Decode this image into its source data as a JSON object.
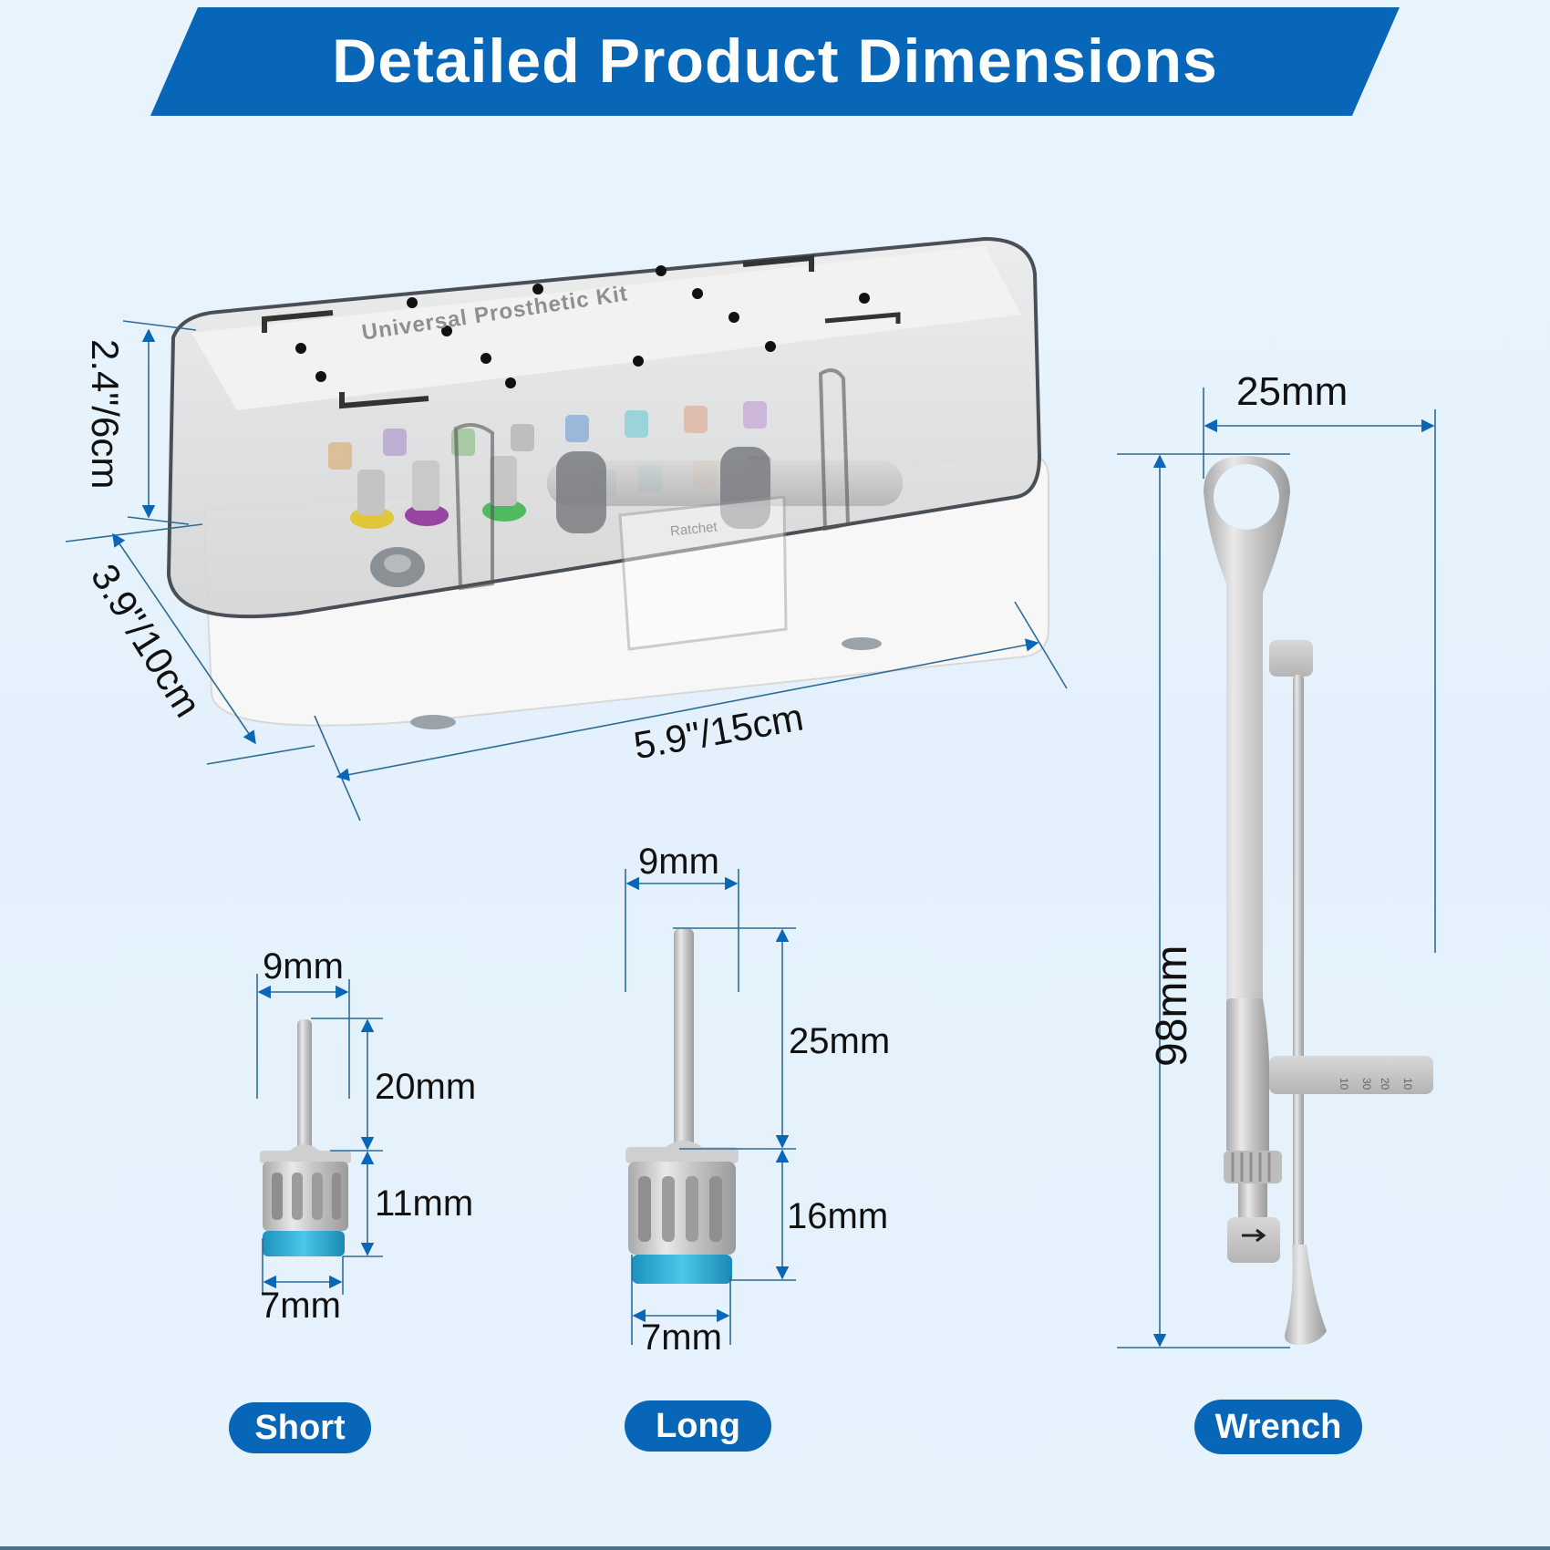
{
  "header": {
    "title": "Detailed Product Dimensions",
    "banner_color": "#0866b8"
  },
  "kit_box": {
    "lid_label": "Universal Prosthetic Kit",
    "inner_labels": [
      "Ratchet"
    ],
    "dimensions": {
      "height": "2.4\"/6cm",
      "depth": "3.9\"/10cm",
      "width": "5.9\"/15cm"
    }
  },
  "short_driver": {
    "label": "Short",
    "head_width": "9mm",
    "shaft_length": "20mm",
    "handle_length": "11mm",
    "base_width": "7mm"
  },
  "long_driver": {
    "label": "Long",
    "head_width": "9mm",
    "shaft_length": "25mm",
    "handle_length": "16mm",
    "base_width": "7mm"
  },
  "wrench": {
    "label": "Wrench",
    "head_width": "25mm",
    "length": "98mm"
  },
  "colors": {
    "accent_blue": "#0866b8",
    "arrow_blue": "#0a67b8",
    "line_blue": "#2d6b95",
    "text": "#111111",
    "driver_base": "#2fb0d8"
  }
}
